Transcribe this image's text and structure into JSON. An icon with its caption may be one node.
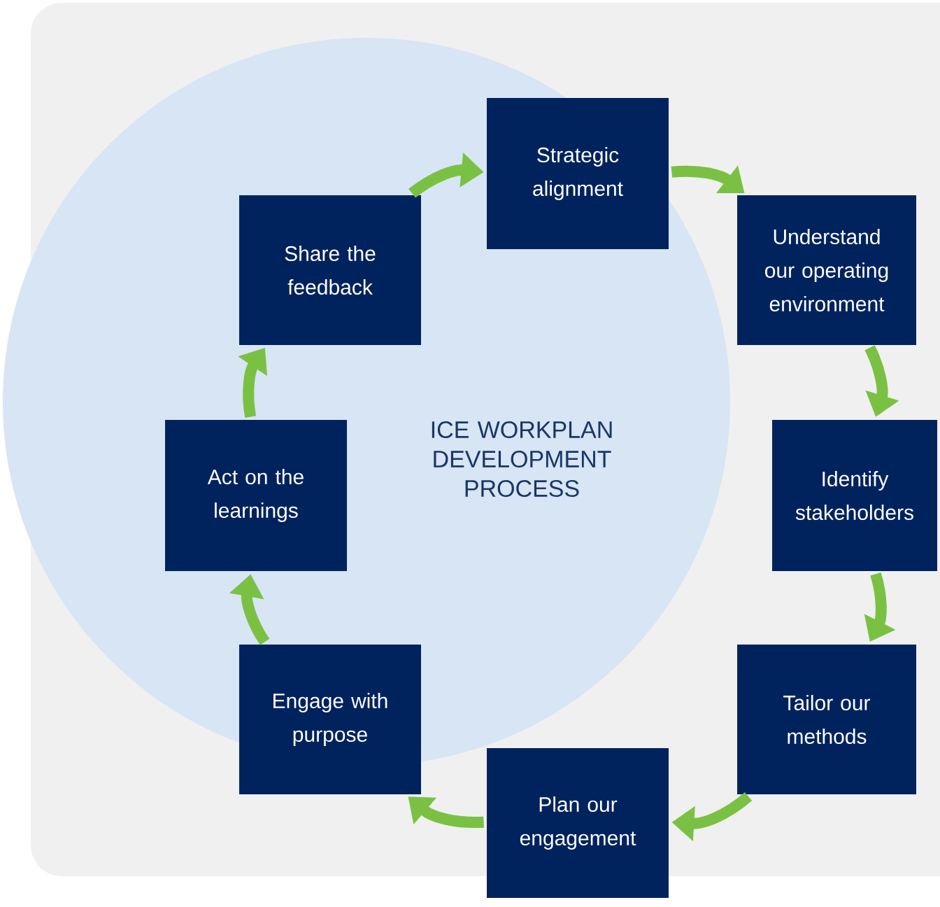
{
  "diagram": {
    "title": "ICE WORKPLAN DEVELOPMENT PROCESS",
    "nodes": [
      {
        "text": [
          "Strategic alignment"
        ]
      },
      {
        "text": [
          "Understand our operating environment"
        ]
      },
      {
        "text": [
          "Identify stakeholders"
        ]
      },
      {
        "text": [
          "Tailor our methods"
        ]
      },
      {
        "text": [
          "Plan our engagement"
        ]
      },
      {
        "text": [
          "Engage with purpose"
        ]
      },
      {
        "text": [
          "Act on the learnings"
        ]
      },
      {
        "text": [
          "Share the feedback"
        ]
      }
    ],
    "edges": [
      {
        "from": 0,
        "to": 1,
        "arrow": "to"
      },
      {
        "from": 1,
        "to": 2,
        "arrow": "to"
      },
      {
        "from": 2,
        "to": 3,
        "arrow": "to"
      },
      {
        "from": 3,
        "to": 4,
        "arrow": "to"
      },
      {
        "from": 4,
        "to": 5,
        "arrow": "to"
      },
      {
        "from": 5,
        "to": 6,
        "arrow": "to"
      },
      {
        "from": 6,
        "to": 7,
        "arrow": "to"
      },
      {
        "from": 7,
        "to": 0,
        "arrow": "to"
      }
    ]
  }
}
